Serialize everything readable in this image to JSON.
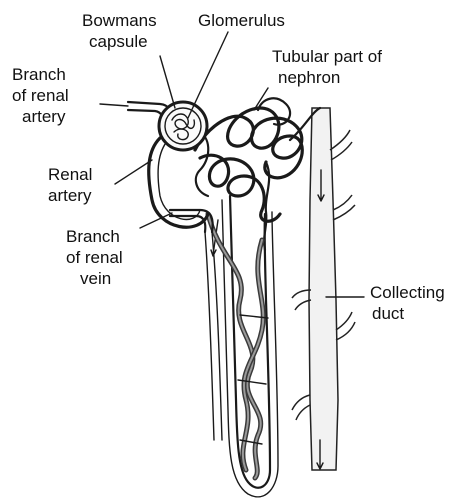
{
  "labels": {
    "bowmans_capsule": [
      "Bowmans",
      "capsule"
    ],
    "glomerulus": "Glomerulus",
    "tubular_part": [
      "Tubular part of",
      "nephron"
    ],
    "branch_renal_artery": [
      "Branch",
      "of renal",
      "artery"
    ],
    "renal_artery": [
      "Renal",
      "artery"
    ],
    "branch_renal_vein": [
      "Branch",
      "of renal",
      "vein"
    ],
    "collecting_duct": [
      "Collecting",
      "duct"
    ]
  },
  "colors": {
    "ink": "#1a1a1a",
    "vessel": "#3a3a3a",
    "background": "#ffffff"
  }
}
